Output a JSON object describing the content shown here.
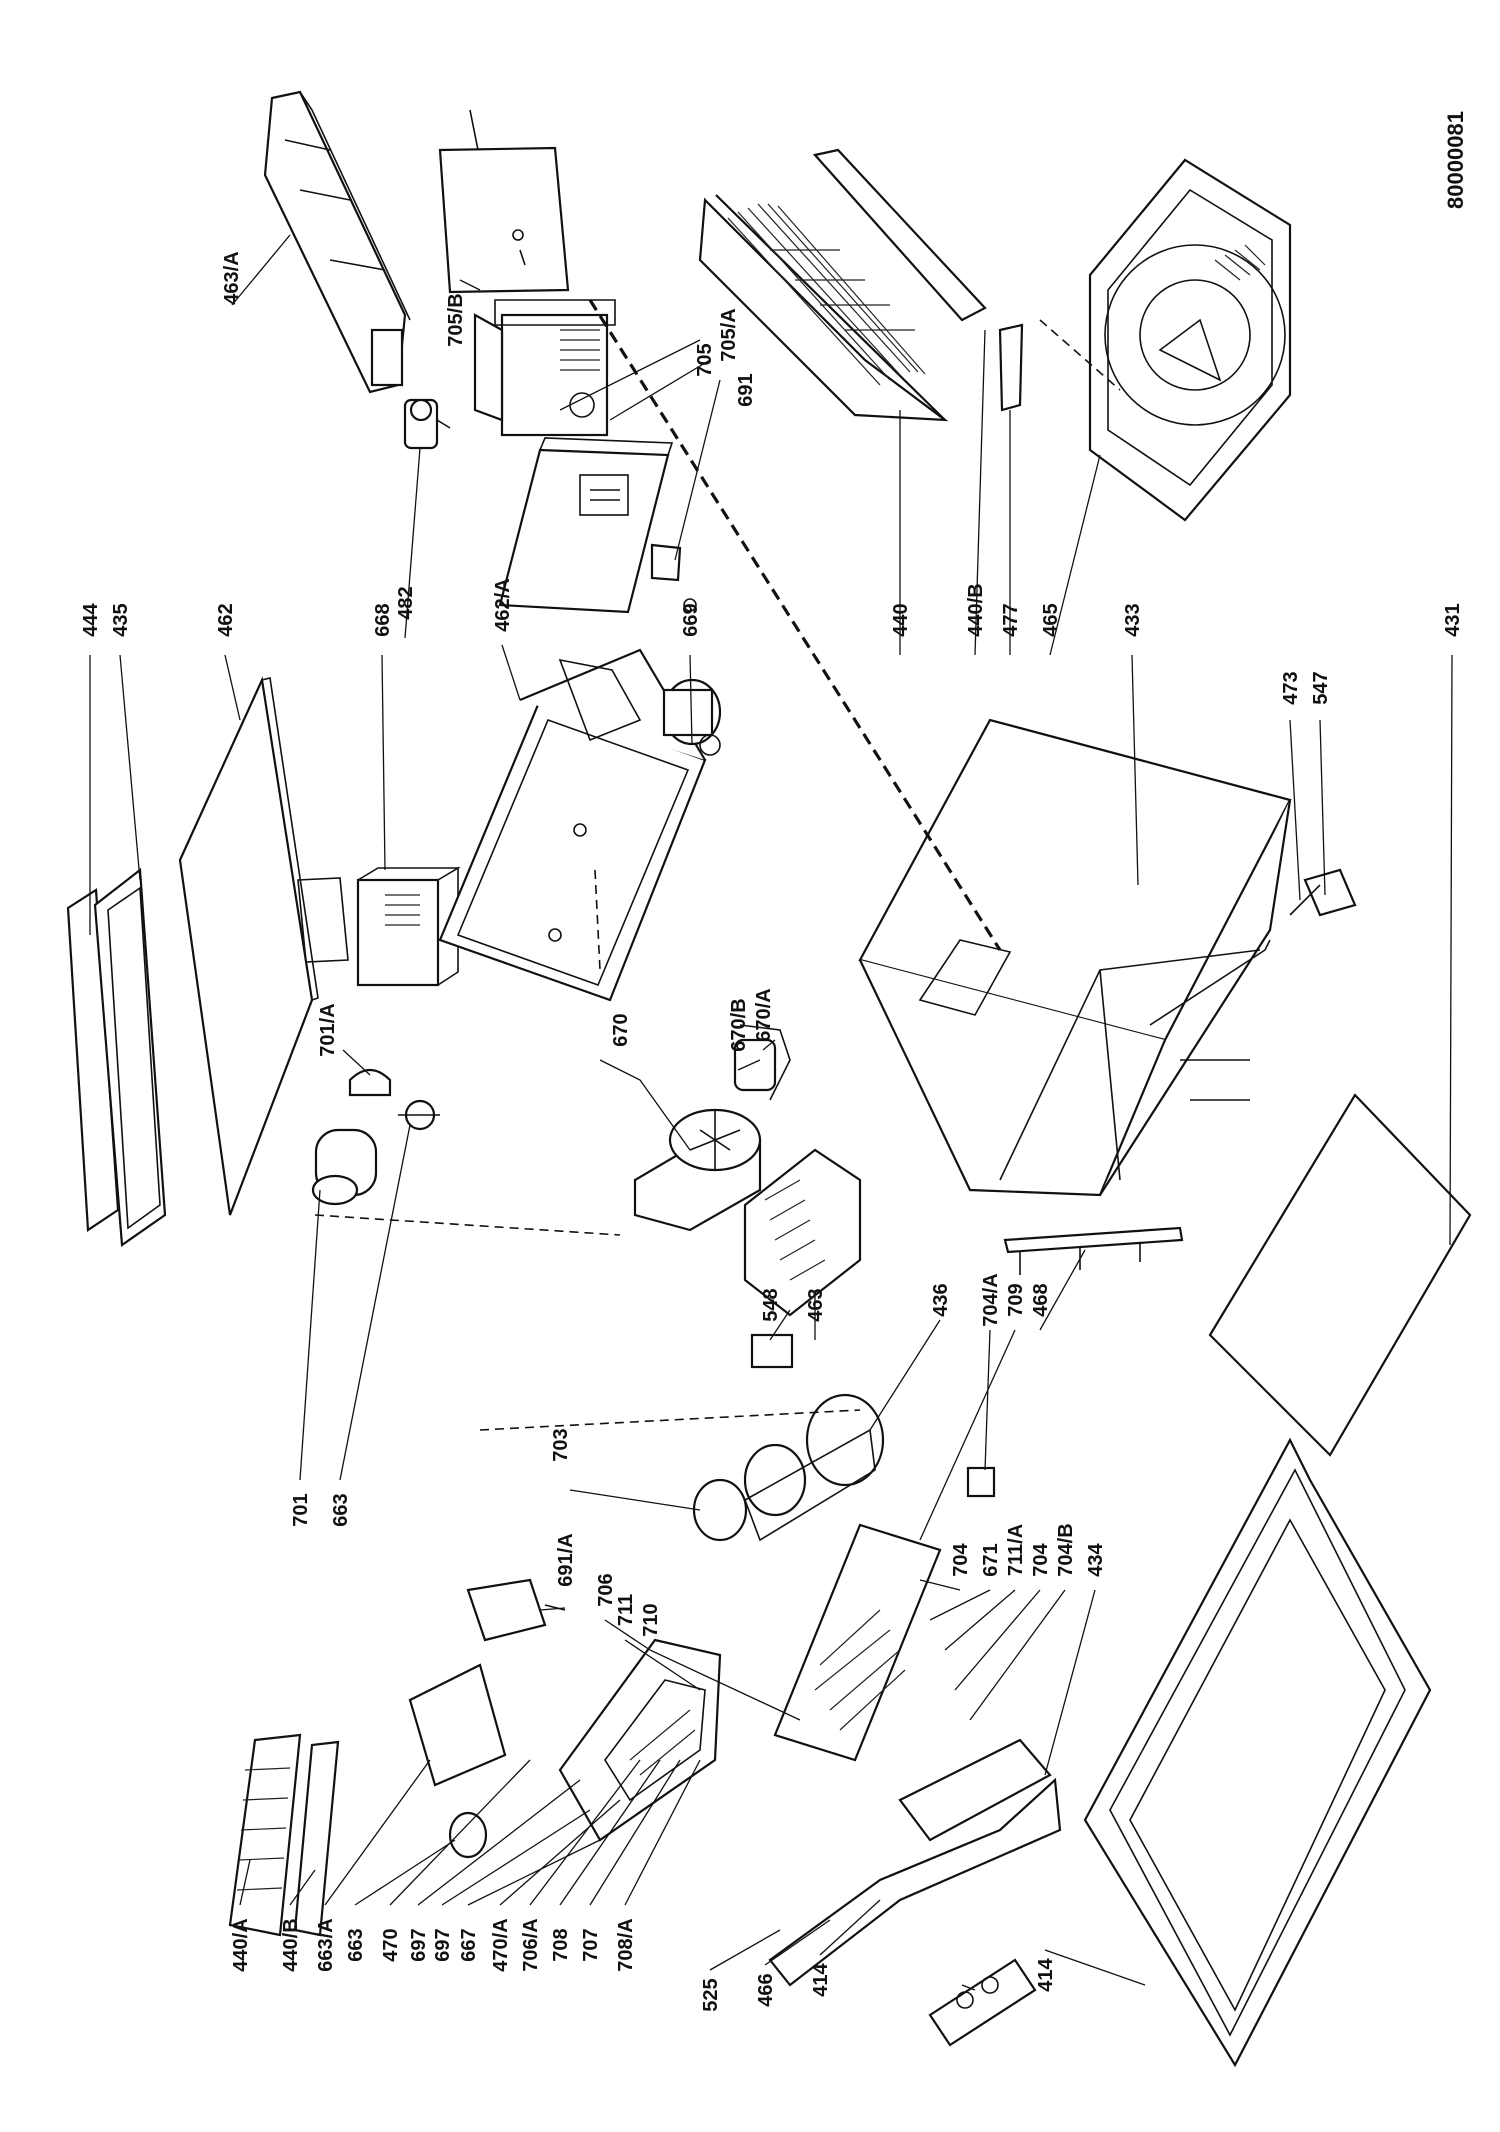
{
  "diagram_code": "80000081",
  "labels": {
    "p444": "444",
    "p435": "435",
    "p462": "462",
    "p668": "668",
    "p482": "482",
    "p463a": "463/A",
    "p705b": "705/B",
    "p705": "705",
    "p705a": "705/A",
    "p691": "691",
    "p462a": "462/A",
    "p669": "669",
    "p440": "440",
    "p440b_top": "440/B",
    "p477": "477",
    "p465": "465",
    "p433": "433",
    "p473": "473",
    "p547": "547",
    "p431": "431",
    "p701a": "701/A",
    "p670": "670",
    "p670b": "670/B",
    "p670a": "670/A",
    "p701": "701",
    "p663_mid": "663",
    "p703": "703",
    "p548": "548",
    "p463": "463",
    "p436": "436",
    "p704a": "704/A",
    "p709": "709",
    "p468": "468",
    "p691a": "691/A",
    "p706": "706",
    "p711": "711",
    "p710": "710",
    "p704_1": "704",
    "p671": "671",
    "p711a": "711/A",
    "p704_2": "704",
    "p704b": "704/B",
    "p434": "434",
    "p440a": "440/A",
    "p440b_bot": "440/B",
    "p663a": "663/A",
    "p663_bot": "663",
    "p470": "470",
    "p697_1": "697",
    "p697_2": "697",
    "p667": "667",
    "p470a": "470/A",
    "p706a": "706/A",
    "p708": "708",
    "p707": "707",
    "p708a": "708/A",
    "p525": "525",
    "p466": "466",
    "p414_1": "414",
    "p414_2": "414"
  }
}
